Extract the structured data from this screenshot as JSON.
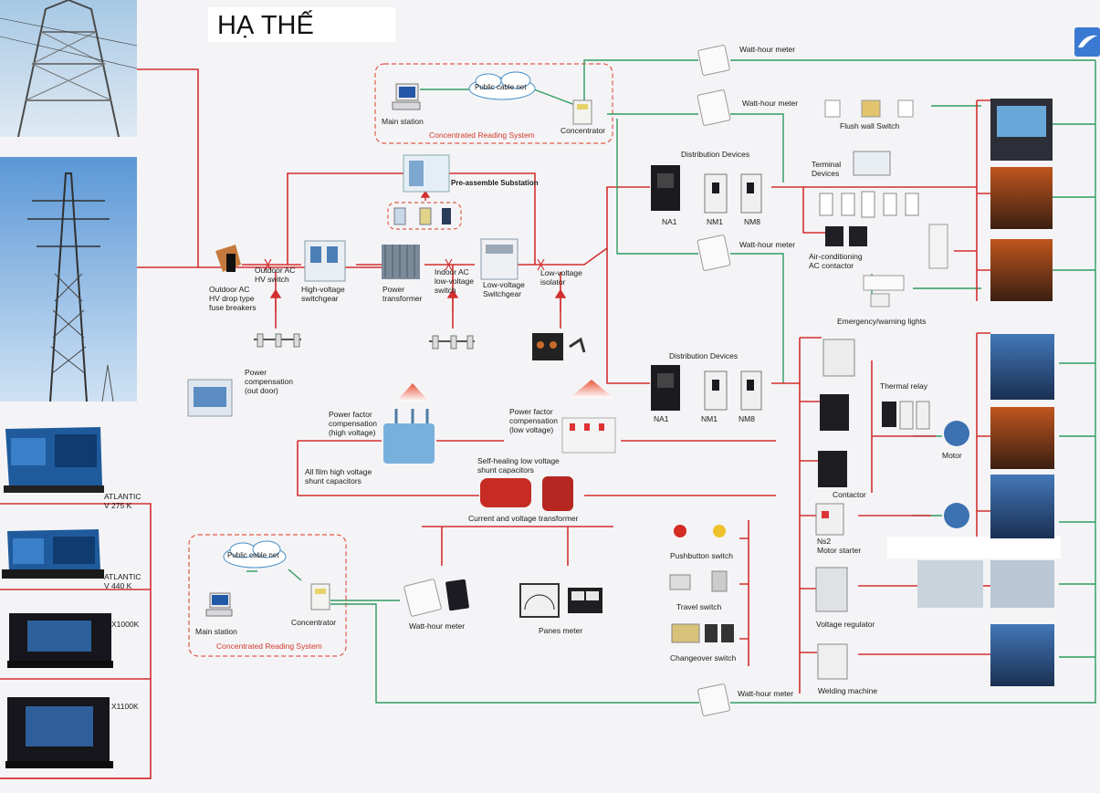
{
  "title": "HẠ THẾ",
  "colors": {
    "red_line": "#d32f2f",
    "green_line": "#2e9b5e",
    "dashed_box": "#e05a4a",
    "background": "#f4f4f6"
  },
  "generators": [
    {
      "label": "ATLANTIC\nV 275 K"
    },
    {
      "label": "ATLANTIC\nV 440 K"
    },
    {
      "label": "X1000K"
    },
    {
      "label": "X1100K"
    }
  ],
  "reading_top": {
    "main_station": "Main station",
    "cloud": "Public cable net",
    "concentrator": "Concentrator",
    "system": "Concentrated Reading System"
  },
  "reading_bottom": {
    "main_station": "Main station",
    "cloud": "Public cable net",
    "concentrator": "Concentrator",
    "system": "Concentrated Reading System"
  },
  "substation": "Pre-assemble Substation",
  "hv_chain": {
    "fuse": "Outdoor AC\nHV drop type\nfuse breakers",
    "hv_switch": "Outdoor AC\nHV switch",
    "switchgear": "High-voltage\nswitchgear",
    "transformer": "Power\ntransformer",
    "lv_switch": "Indoor AC\nlow-voltage\nswitch",
    "lv_switchgear": "Low-voltage\nSwitchgear",
    "isolator": "Low-voltage\nisolator"
  },
  "compensation": {
    "outdoor": "Power\ncompensation\n(out door)",
    "high": "Power factor\ncompensation\n(high voltage)",
    "low": "Power factor\ncompensation\n(low voltage)",
    "film": "All film high voltage\nshunt capacitors",
    "self_healing": "Self-healing low voltage\nshunt capacitors",
    "ct_vt": "Current and voltage transformer"
  },
  "meters": {
    "whm": "Watt-hour meter",
    "panes": "Panes meter"
  },
  "distribution_top": {
    "title": "Distribution Devices",
    "items": [
      "NA1",
      "NM1",
      "NM8"
    ]
  },
  "distribution_bottom": {
    "title": "Distribution Devices",
    "items": [
      "NA1",
      "NM1",
      "NM8"
    ]
  },
  "terminal": {
    "flush": "Flush wall Switch",
    "terminal": "Terminal\nDevices",
    "ac": "Air-conditioning\nAC contactor",
    "emergency": "Emergency/warning lights"
  },
  "loads": {
    "thermal": "Thermal relay",
    "motor": "Motor",
    "contactor": "Contactor",
    "starter": "Ns2\nMotor starter",
    "regulator": "Voltage regulator",
    "welding": "Welding machine"
  },
  "switches": {
    "pushbutton": "Pushbutton switch",
    "travel": "Travel switch",
    "changeover": "Changeover switch"
  }
}
